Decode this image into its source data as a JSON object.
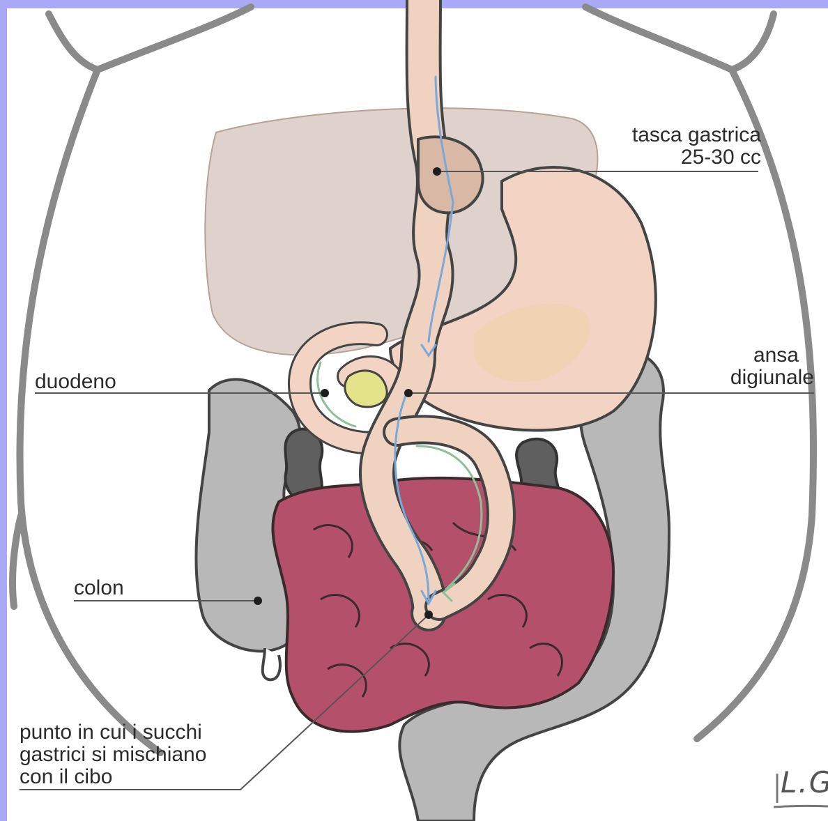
{
  "colors": {
    "frame": "#a9a9f5",
    "outline": "#444444",
    "stomach_fill": "#f3d4c4",
    "pouch_fill": "#d9b9a5",
    "liver_fill": "#c9b3a8",
    "intestine_fill": "#b5506b",
    "colon_fill": "#b0b0b0",
    "kidney_fill": "#5f5f5f",
    "gallbladder_fill": "#e5e38a",
    "flow_arrow": "#7aa8d8",
    "juice_arrow": "#8fbf9a"
  },
  "labels": {
    "pouch_line1": "tasca gastrica",
    "pouch_line2": "25-30 cc",
    "jejunal_line1": "ansa",
    "jejunal_line2": "digiunale",
    "duodenum": "duodeno",
    "colon": "colon",
    "junction_line1": "punto in cui i succhi",
    "junction_line2": "gastrici si mischiano",
    "junction_line3": "con il cibo"
  },
  "signature": "L.G"
}
